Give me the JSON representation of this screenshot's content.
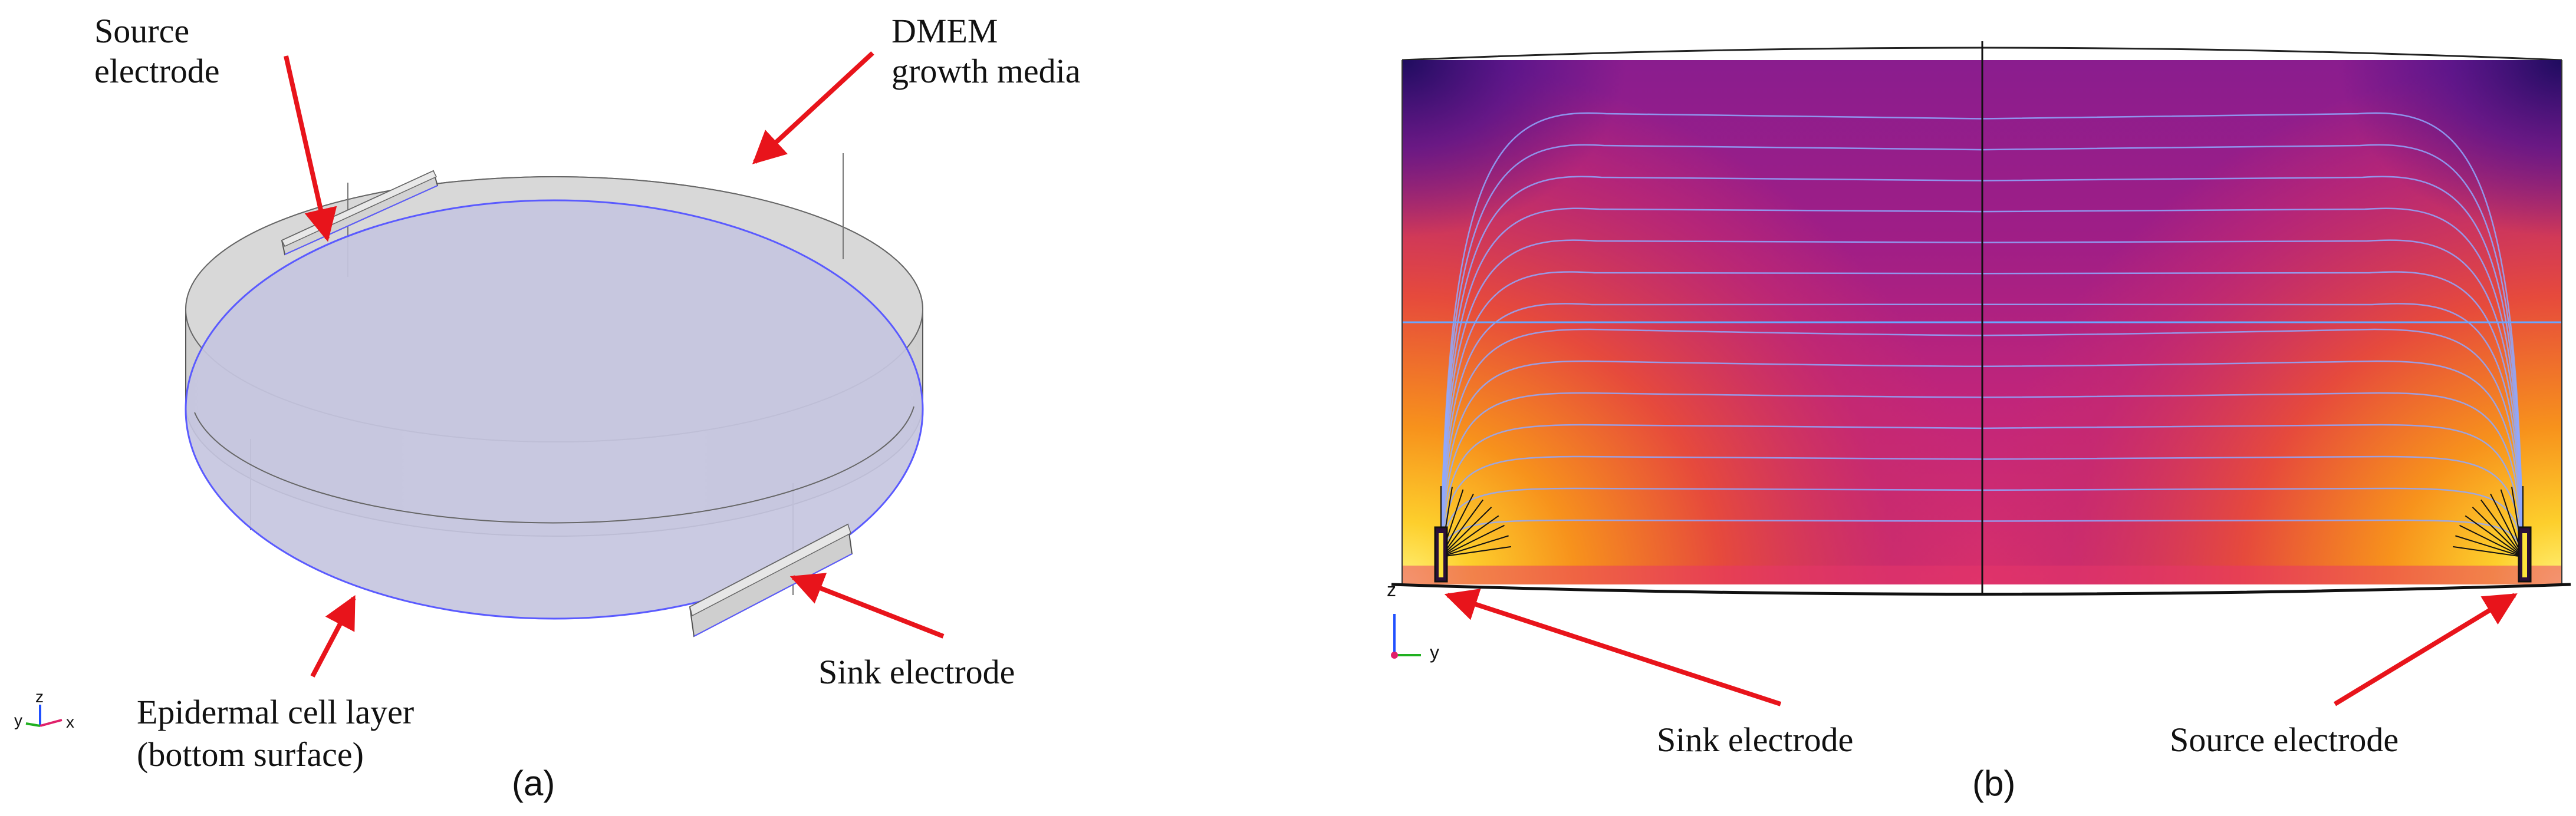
{
  "panel_a": {
    "labels": {
      "source": [
        "Source",
        "electrode"
      ],
      "media": [
        "DMEM",
        "growth media"
      ],
      "cell_layer": [
        "Epidermal cell layer",
        "(bottom surface)"
      ],
      "sink": "Sink electrode"
    },
    "caption": "(a)",
    "axes": {
      "z": "z",
      "y": "y",
      "x": "x"
    }
  },
  "panel_b": {
    "labels": {
      "sink": "Sink electrode",
      "source": "Source electrode"
    },
    "caption": "(b)",
    "axes": {
      "z": "z",
      "y": "y"
    }
  },
  "colors": {
    "arrow": "#e8141b",
    "surface_fill": "#c5c6e0",
    "surface_edge": "#5a5aff",
    "wall_fill": "#dcdcdc",
    "field_hot": "#fde33a",
    "field_mid": "#c2207f",
    "field_cold": "#2a0f6b",
    "streamline": "#8fa8ff"
  }
}
